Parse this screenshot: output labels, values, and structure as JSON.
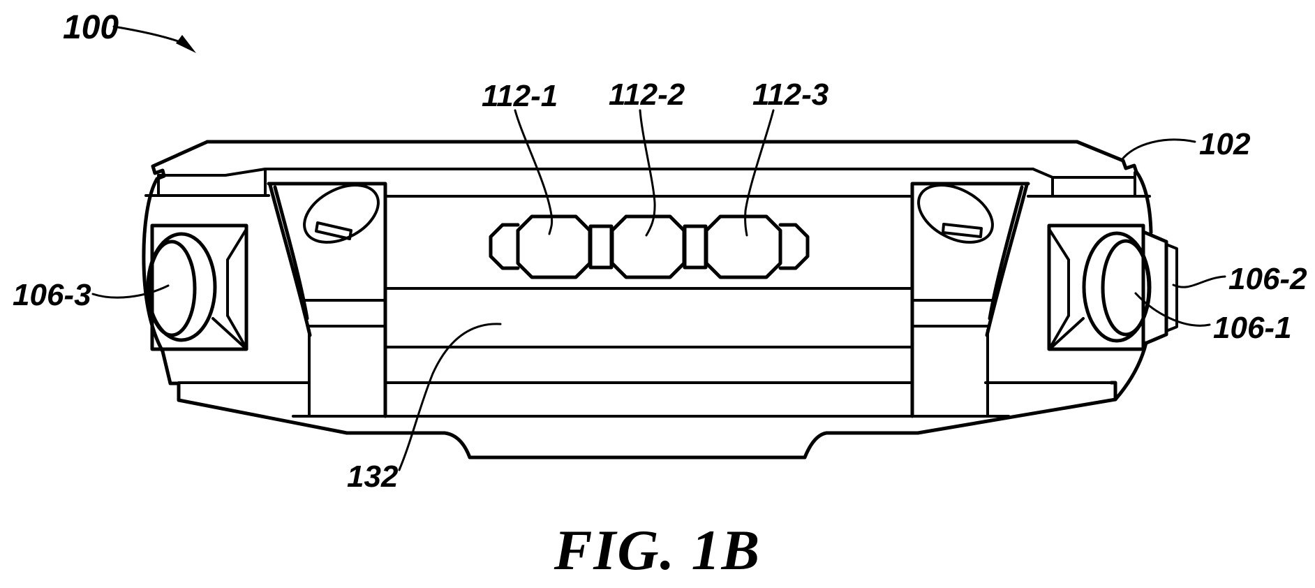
{
  "figure": {
    "caption": "FIG. 1B",
    "reference_labels": {
      "ref_100": "100",
      "ref_102": "102",
      "ref_106_1": "106-1",
      "ref_106_2": "106-2",
      "ref_106_3": "106-3",
      "ref_112_1": "112-1",
      "ref_112_2": "112-2",
      "ref_112_3": "112-3",
      "ref_132": "132"
    },
    "colors": {
      "ink": "#000000",
      "background": "#ffffff"
    }
  }
}
